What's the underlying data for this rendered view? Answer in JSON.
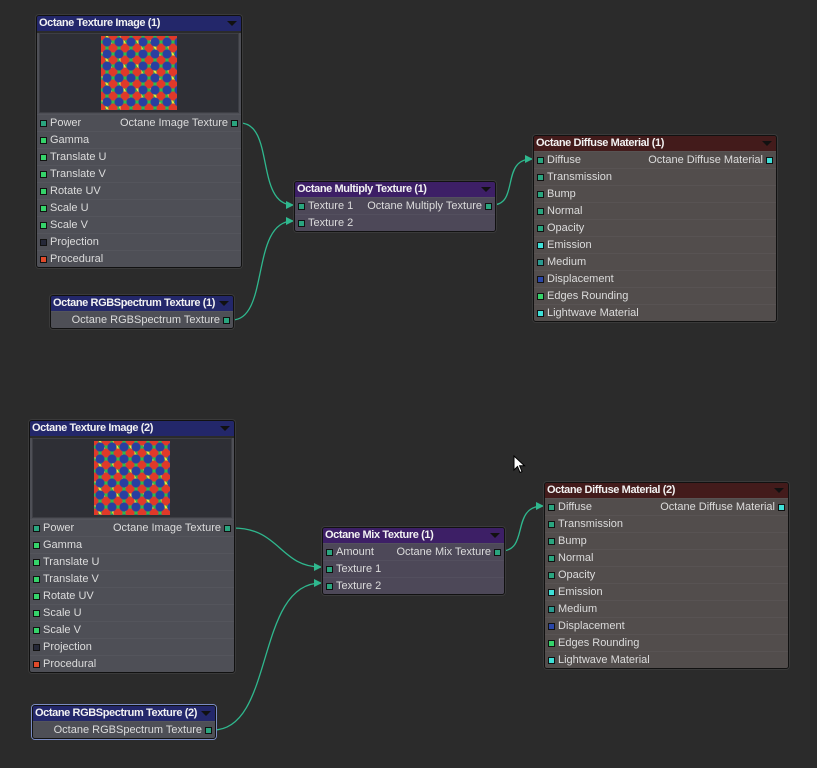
{
  "nodes": {
    "tex1": {
      "title": "Octane Texture Image (1)",
      "output": "Octane Image Texture",
      "inputs": [
        "Power",
        "Gamma",
        "Translate U",
        "Translate V",
        "Rotate UV",
        "Scale U",
        "Scale V",
        "Projection",
        "Procedural"
      ]
    },
    "rgb1": {
      "title": "Octane RGBSpectrum Texture (1)",
      "output": "Octane RGBSpectrum Texture"
    },
    "mul1": {
      "title": "Octane Multiply Texture (1)",
      "output": "Octane Multiply Texture",
      "inputs": [
        "Texture 1",
        "Texture 2"
      ]
    },
    "mat1": {
      "title": "Octane Diffuse Material (1)",
      "output": "Octane Diffuse Material",
      "inputs": [
        "Diffuse",
        "Transmission",
        "Bump",
        "Normal",
        "Opacity",
        "Emission",
        "Medium",
        "Displacement",
        "Edges Rounding",
        "Lightwave Material"
      ]
    },
    "tex2": {
      "title": "Octane Texture Image (2)",
      "output": "Octane Image Texture",
      "inputs": [
        "Power",
        "Gamma",
        "Translate U",
        "Translate V",
        "Rotate UV",
        "Scale U",
        "Scale V",
        "Projection",
        "Procedural"
      ]
    },
    "rgb2": {
      "title": "Octane RGBSpectrum Texture (2)",
      "output": "Octane RGBSpectrum Texture"
    },
    "mix1": {
      "title": "Octane Mix Texture (1)",
      "output": "Octane Mix Texture",
      "inputs": [
        "Amount",
        "Texture 1",
        "Texture 2"
      ]
    },
    "mat2": {
      "title": "Octane Diffuse Material (2)",
      "output": "Octane Diffuse Material",
      "inputs": [
        "Diffuse",
        "Transmission",
        "Bump",
        "Normal",
        "Opacity",
        "Emission",
        "Medium",
        "Displacement",
        "Edges Rounding",
        "Lightwave Material"
      ]
    }
  },
  "colors": {
    "background": "#2b2b2b",
    "wire": "#2fb88e",
    "port_teal": "#2aa57f",
    "port_green": "#35d36a",
    "port_dark": "#252838",
    "port_red": "#e04a2a",
    "port_blue": "#2a46a8",
    "port_cyan": "#3fe0d8"
  }
}
